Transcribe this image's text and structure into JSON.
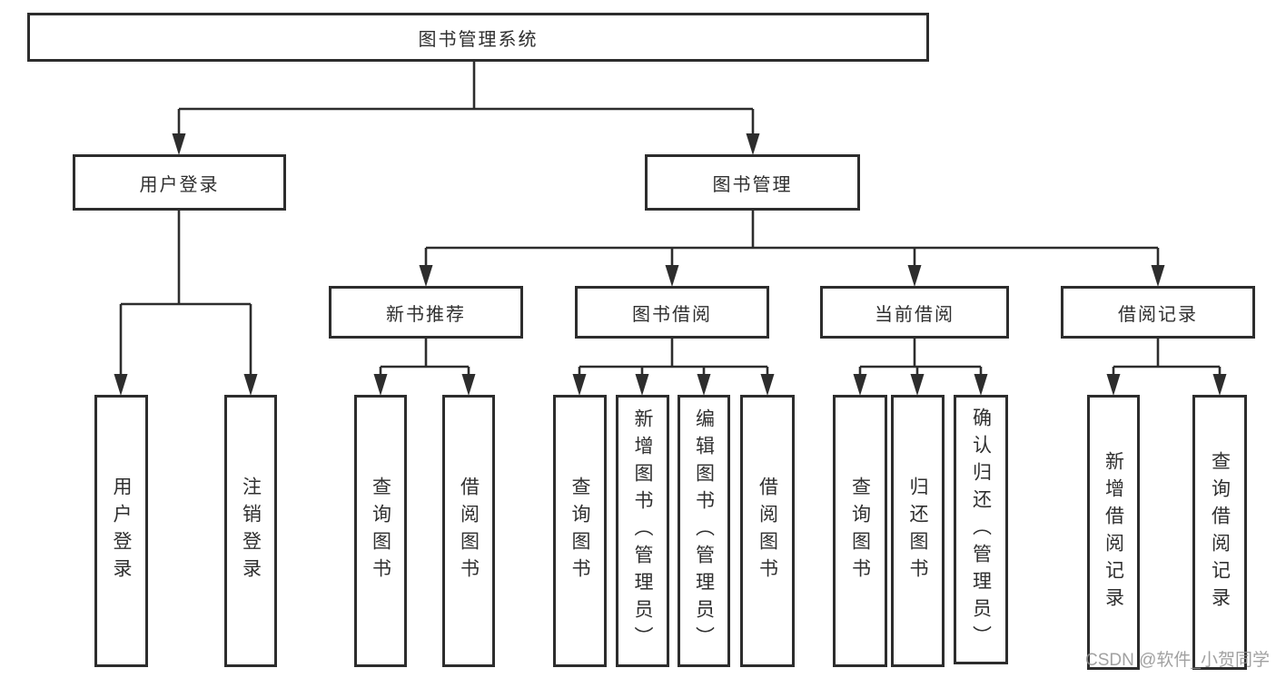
{
  "diagram_type": "hierarchical function structure chart",
  "colors": {
    "background": "#ffffff",
    "line": "#2d2d2d",
    "box_border": "#2d2d2d",
    "text": "#2f2f2f",
    "watermark": "#919191"
  },
  "watermark": {
    "text": "CSDN @软件_小贺同学"
  },
  "tree": {
    "label": "图书管理系统",
    "children": [
      {
        "label": "用户登录",
        "children": [
          {
            "label": "用户登录"
          },
          {
            "label": "注销登录"
          }
        ]
      },
      {
        "label": "图书管理",
        "children": [
          {
            "label": "新书推荐",
            "children": [
              {
                "label": "查询图书"
              },
              {
                "label": "借阅图书"
              }
            ]
          },
          {
            "label": "图书借阅",
            "children": [
              {
                "label": "查询图书"
              },
              {
                "label": "新增图书（管理员）"
              },
              {
                "label": "编辑图书（管理员）"
              },
              {
                "label": "借阅图书"
              }
            ]
          },
          {
            "label": "当前借阅",
            "children": [
              {
                "label": "查询图书"
              },
              {
                "label": "归还图书"
              },
              {
                "label": "确认归还（管理员）"
              }
            ]
          },
          {
            "label": "借阅记录",
            "children": [
              {
                "label": "新增借阅记录"
              },
              {
                "label": "查询借阅记录"
              }
            ]
          }
        ]
      }
    ]
  }
}
